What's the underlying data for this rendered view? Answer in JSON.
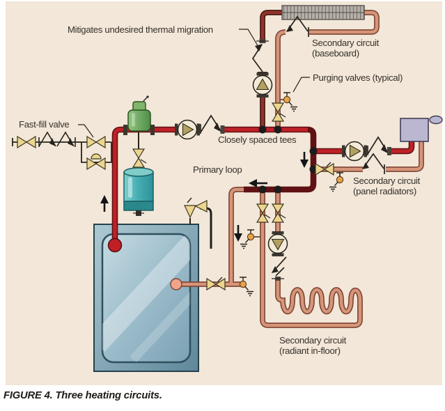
{
  "figure": {
    "caption": "FIGURE 4. Three heating circuits."
  },
  "labels": {
    "mitigates": "Mitigates undesired thermal migration",
    "fast_fill": "Fast-fill valve",
    "closely_spaced_tees": "Closely spaced tees",
    "primary_loop": "Primary loop",
    "purging_valves": "Purging valves (typical)",
    "baseboard": {
      "line1": "Secondary circuit",
      "line2": "(baseboard)"
    },
    "panel": {
      "line1": "Secondary circuit",
      "line2": "(panel radiators)"
    },
    "radiant": {
      "line1": "Secondary circuit",
      "line2": "(radiant in-floor)"
    }
  },
  "components": {
    "boiler": "boiler",
    "expansion_tank": "expansion tank",
    "air_separator": "air separator",
    "primary_pump": "circulator pump (primary loop)",
    "baseboard_pump": "circulator pump (baseboard circuit)",
    "panel_pump": "circulator pump (panel radiator circuit)",
    "radiant_pump": "circulator pump (radiant floor circuit)",
    "baseboard_radiator": "fin-tube baseboard radiator",
    "panel_radiator": "panel radiator",
    "radiant_coil": "radiant in-floor tubing coil",
    "relief_valve": "pressure relief valve",
    "fast_fill_assembly": "fast-fill / pressure reducing valve bypass",
    "closely_spaced_tees": "closely spaced tees"
  },
  "colors": {
    "background_panel": "#f2e7d8",
    "primary_pipe_red": "#bf2127",
    "secondary_supply_dark_red": "#8f352b",
    "return_pipe_salmon": "#d69579",
    "valve_yellow": "#ecd58f",
    "purge_valve_orange": "#e8a24d",
    "pump_impeller_tan": "#b4a162",
    "boiler_blue": "#9cbccb",
    "expansion_tank_teal": "#47b0b4",
    "air_separator_green": "#6faf62",
    "panel_radiator_lavender": "#bcb7d0"
  }
}
